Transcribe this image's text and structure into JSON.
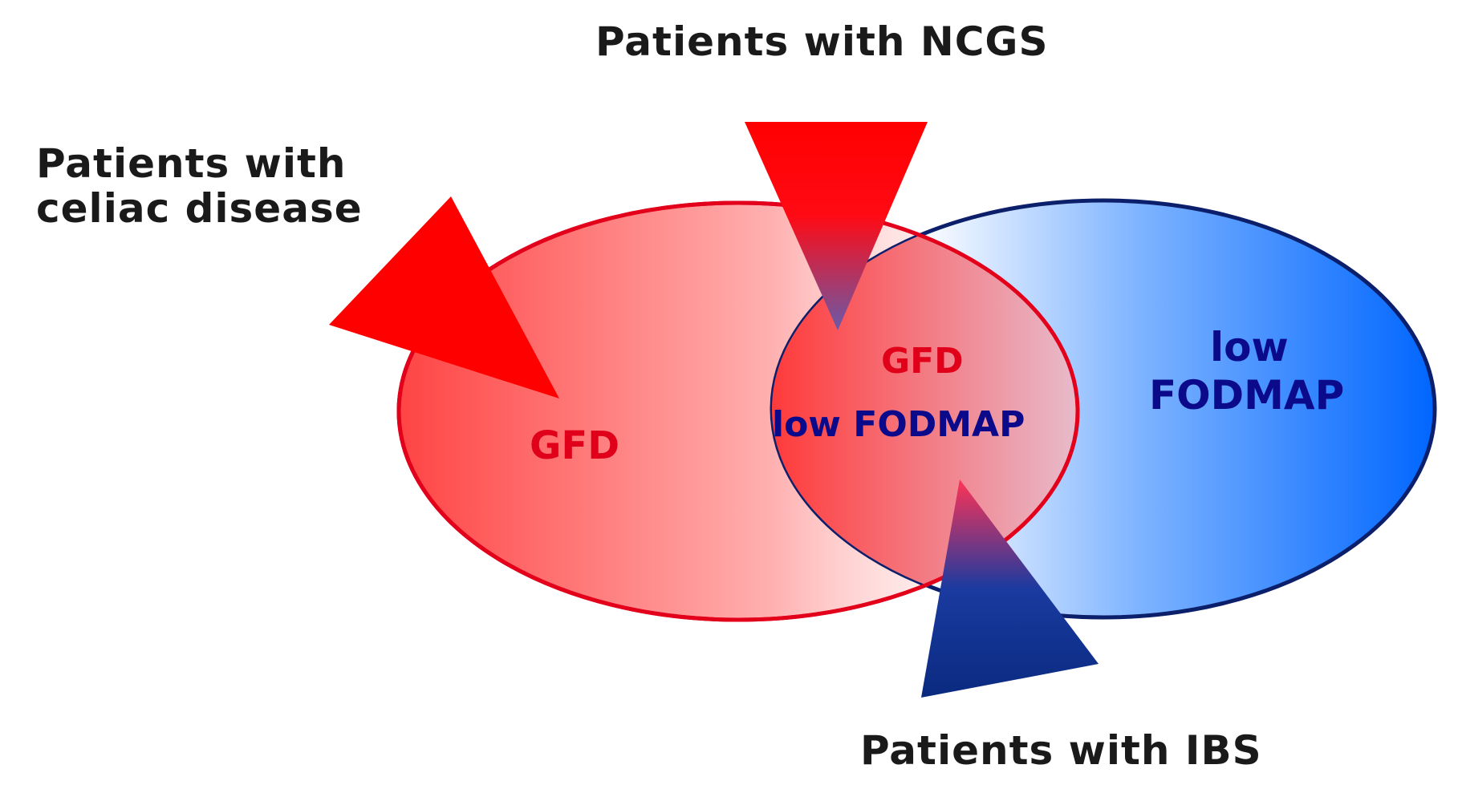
{
  "labels": {
    "ncgs": "Patients with NCGS",
    "celiac_line1": "Patients with",
    "celiac_line2": "celiac disease",
    "ibs": "Patients with IBS"
  },
  "zones": {
    "gfd_left": "GFD",
    "gfd_middle": "GFD",
    "low_fodmap_middle": "low FODMAP",
    "low_right": "low",
    "fodmap_right": "FODMAP"
  },
  "colors": {
    "red": "#ff0000",
    "ellipse_red_stroke": "#e3001b",
    "ellipse_blue_stroke": "#0b1f6b",
    "blue": "#0066ff",
    "navy": "#0a0a8a",
    "dark_blue": "#0a2a80"
  }
}
